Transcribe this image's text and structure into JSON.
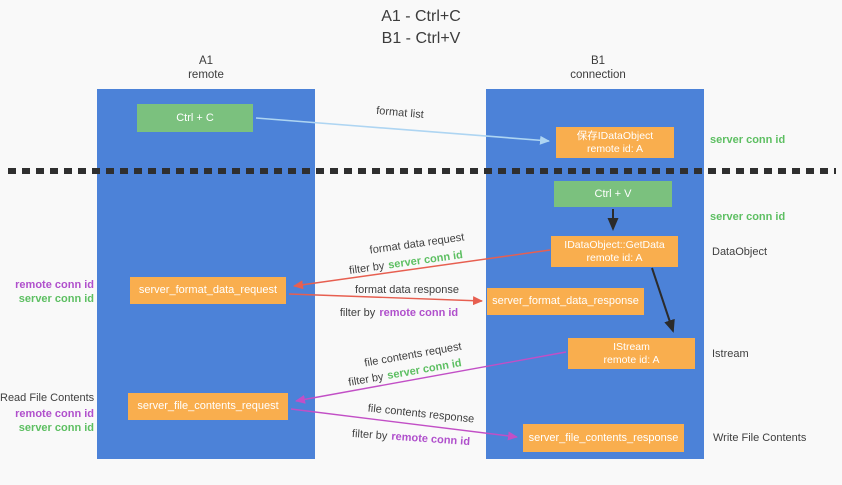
{
  "title": {
    "line1": "A1 - Ctrl+C",
    "line2": "B1 - Ctrl+V"
  },
  "columns": {
    "left": {
      "name": "A1",
      "role": "remote"
    },
    "right": {
      "name": "B1",
      "role": "connection"
    }
  },
  "nodes": {
    "ctrl_c": {
      "label": "Ctrl + C"
    },
    "save_dataobject": {
      "line1": "保存IDataObject",
      "line2": "remote id: A"
    },
    "ctrl_v": {
      "label": "Ctrl + V"
    },
    "getdata": {
      "line1": "IDataObject::GetData",
      "line2": "remote id: A"
    },
    "format_request": {
      "label": "server_format_data_request"
    },
    "format_response": {
      "label": "server_format_data_response"
    },
    "istream": {
      "line1": "IStream",
      "line2": "remote id: A"
    },
    "file_request": {
      "label": "server_file_contents_request"
    },
    "file_response": {
      "label": "server_file_contents_response"
    }
  },
  "arrow_labels": {
    "format_list": "format list",
    "format_data_request": "format data request",
    "format_data_request_filter": {
      "prefix": "filter by",
      "id": "server conn id"
    },
    "format_data_response": "format data response",
    "format_data_response_filter": {
      "prefix": "filter by",
      "id": "remote conn id"
    },
    "file_contents_request": "file contents request",
    "file_contents_request_filter": {
      "prefix": "filter by",
      "id": "server conn id"
    },
    "file_contents_response": "file contents response",
    "file_contents_response_filter": {
      "prefix": "filter by",
      "id": "remote conn id"
    }
  },
  "side_labels": {
    "right_server_conn_top": "server conn id",
    "right_server_conn_mid": "server conn id",
    "right_dataobject": "DataObject",
    "right_istream": "Istream",
    "right_write_file": "Write File Contents",
    "left_remote_conn_1": "remote conn id",
    "left_server_conn_1": "server conn id",
    "left_read_file": "Read File Contents",
    "left_remote_conn_2": "remote conn id",
    "left_server_conn_2": "server conn id"
  },
  "colors": {
    "lane_blue": "#4c82d8",
    "box_green": "#7bc17e",
    "box_orange": "#f9ae4e",
    "arrow_light_blue": "#aed5f2",
    "arrow_red": "#e75f50",
    "arrow_magenta": "#c24fc6",
    "arrow_black": "#2b2b2b",
    "text_green": "#5dbf62",
    "text_purple": "#b050cc",
    "text_dark": "#3f3f3f",
    "background": "#f9f9f9"
  }
}
